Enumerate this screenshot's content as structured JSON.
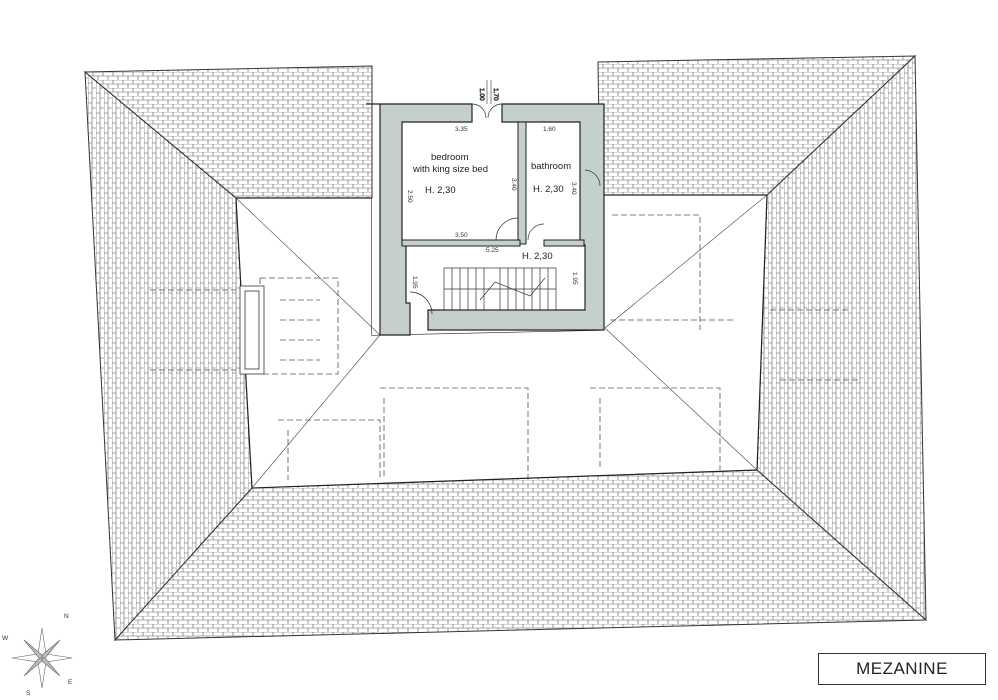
{
  "drawing": {
    "title": "MEZANINE",
    "rooms": [
      {
        "id": "bedroom",
        "label_lines": [
          "bedroom",
          "with king size bed"
        ],
        "height": "H.  2,30"
      },
      {
        "id": "bathroom",
        "label_lines": [
          "bathroom"
        ],
        "height": "H.  2,30"
      },
      {
        "id": "hall",
        "label_lines": [],
        "height": "H.  2,30"
      }
    ],
    "dimensions": {
      "bedroom_width_top": "3.35",
      "bathroom_width_top": "1.60",
      "bedroom_depth": "2.50",
      "partition_depth": "3.40",
      "bathroom_depth": "3.40",
      "bedroom_width_bottom": "3.50",
      "hall_width": "5.25",
      "hall_depth_left": "1.95",
      "hall_depth_right": "1.95",
      "window_width": "1.00",
      "window_height": "1.70"
    },
    "compass": {
      "letters": [
        "N",
        "E",
        "S",
        "W"
      ]
    },
    "colors": {
      "wall_fill": "#c5cfcc",
      "line": "#2a2a2a",
      "tile_line": "#555555"
    }
  }
}
